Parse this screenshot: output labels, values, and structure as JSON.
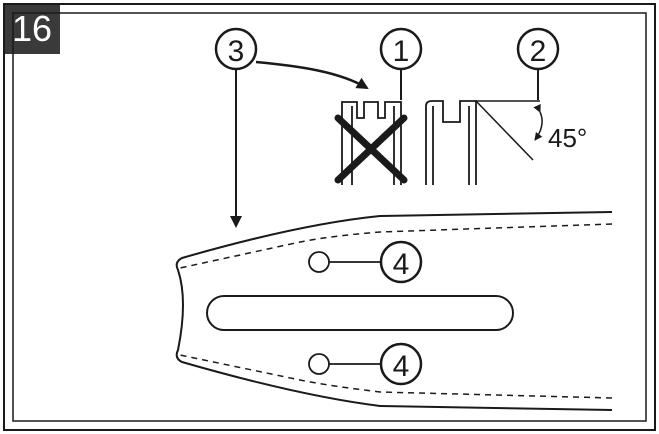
{
  "figure": {
    "number": "16",
    "angle_label": "45°",
    "callouts": {
      "one": "1",
      "two": "2",
      "three": "3",
      "four_top": "4",
      "four_bottom": "4"
    }
  },
  "colors": {
    "line": "#1a1a1a",
    "badge_bg": "#3a3a3a",
    "badge_text": "#ffffff",
    "background": "#ffffff"
  }
}
